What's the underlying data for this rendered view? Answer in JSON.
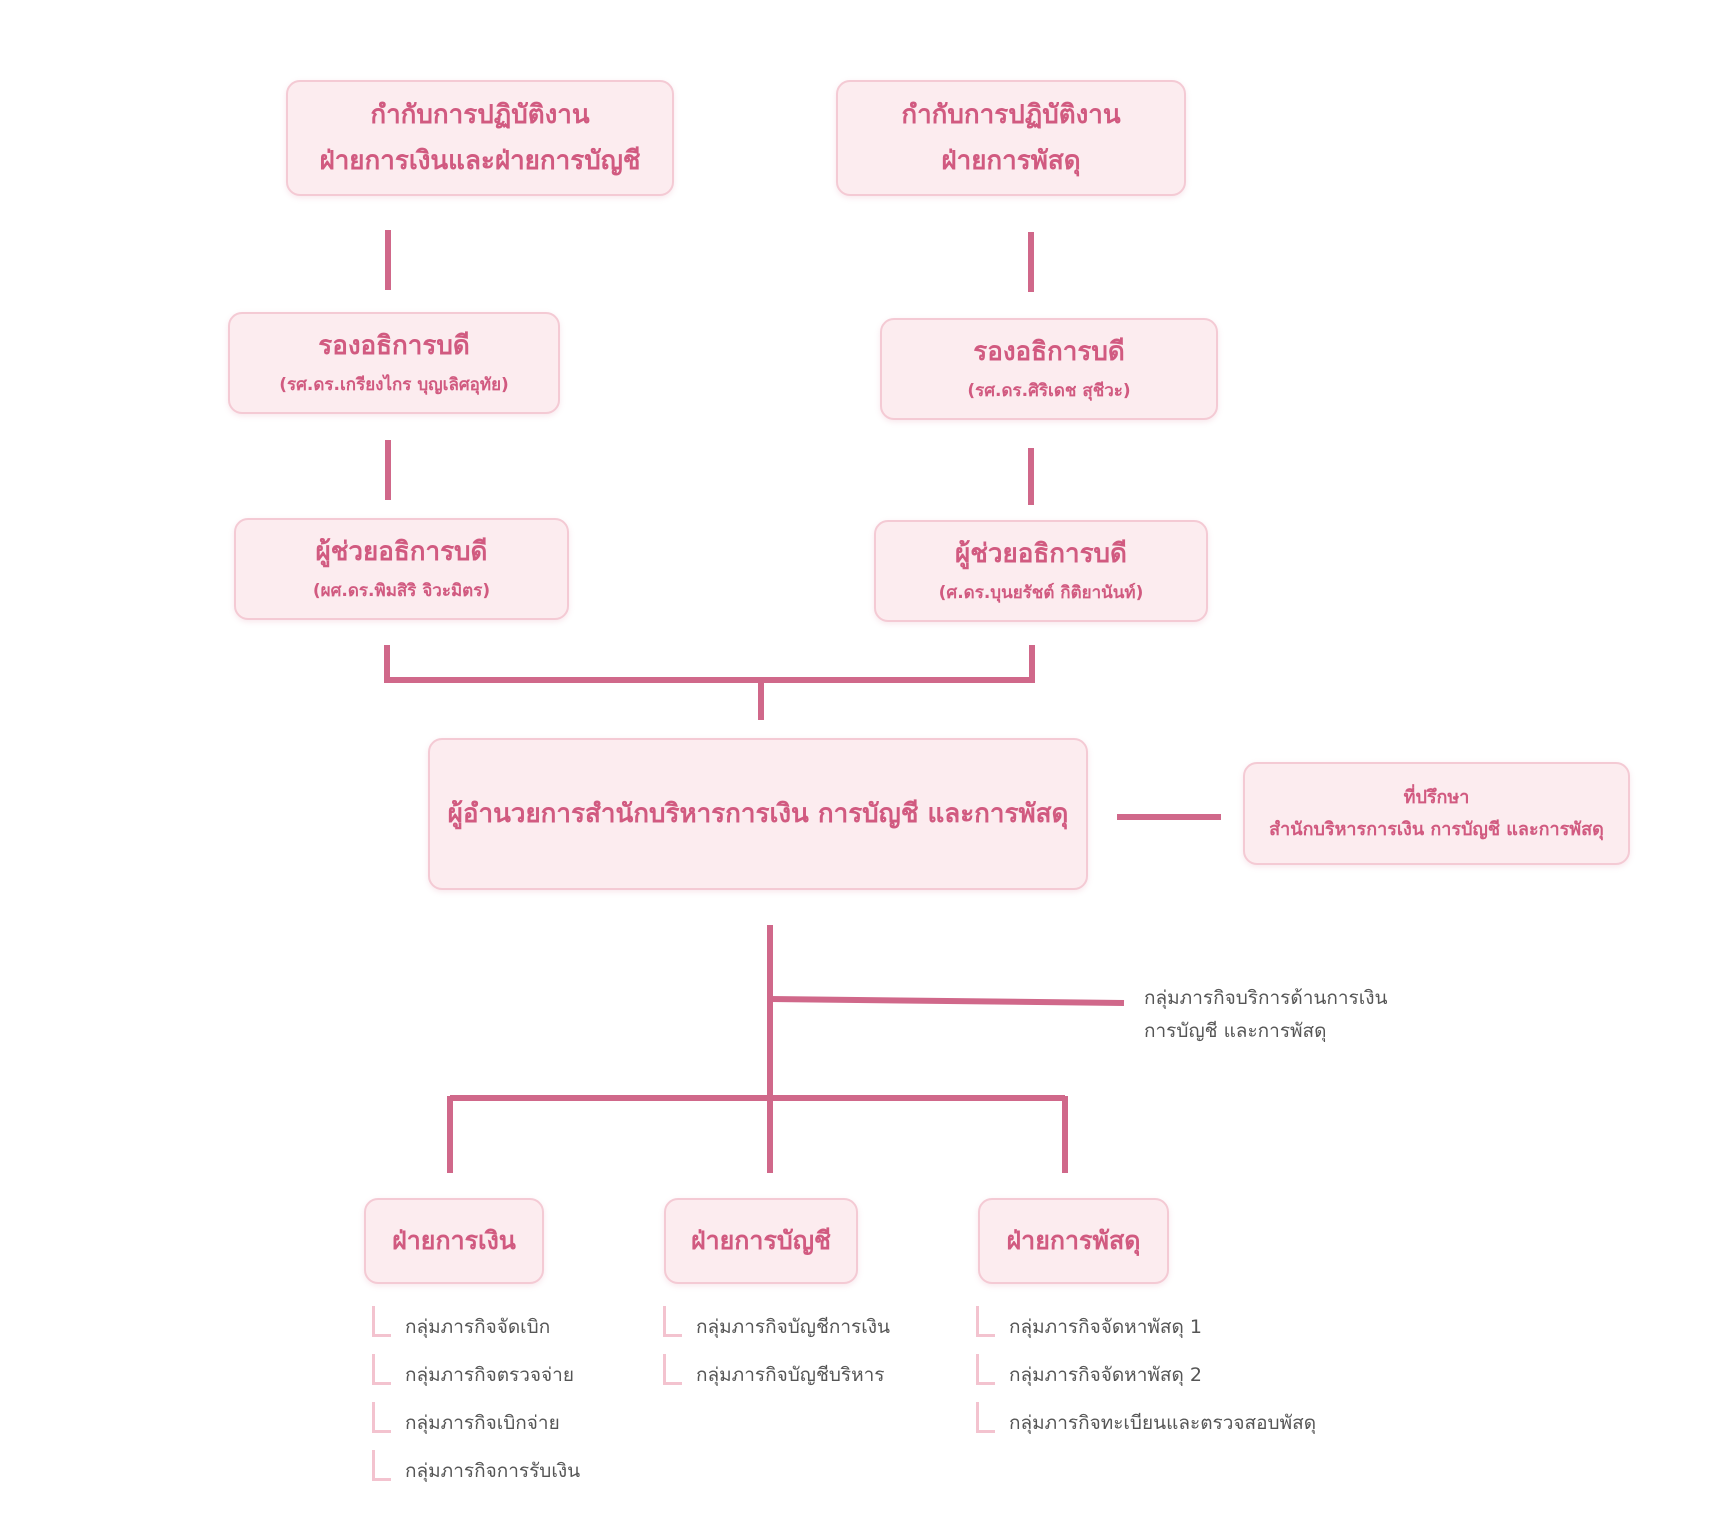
{
  "colors": {
    "line": "#d0688a",
    "box_fill": "#fcecef",
    "box_border": "#f4cad4",
    "box_text": "#d15a80",
    "list_text": "#555555",
    "list_marker": "#f3c3cf"
  },
  "supervisors": [
    {
      "line1": "กำกับการปฏิบัติงาน",
      "line2": "ฝ่ายการเงินและฝ่ายการบัญชี"
    },
    {
      "line1": "กำกับการปฏิบัติงาน",
      "line2": "ฝ่ายการพัสดุ"
    }
  ],
  "vice_presidents": [
    {
      "title": "รองอธิการบดี",
      "name": "(รศ.ดร.เกรียงไกร บุญเลิศอุทัย)"
    },
    {
      "title": "รองอธิการบดี",
      "name": "(รศ.ดร.ศิริเดช สุชีวะ)"
    }
  ],
  "assistants": [
    {
      "title": "ผู้ช่วยอธิการบดี",
      "name": "(ผศ.ดร.พิมสิริ จิวะมิตร)"
    },
    {
      "title": "ผู้ช่วยอธิการบดี",
      "name": "(ศ.ดร.บุนยรัชต์ กิติยานันท์)"
    }
  ],
  "director": {
    "title": "ผู้อำนวยการสำนักบริหารการเงิน การบัญชี และการพัสดุ"
  },
  "advisor": {
    "line1": "ที่ปรึกษา",
    "line2": "สำนักบริหารการเงิน การบัญชี และการพัสดุ"
  },
  "service_group": {
    "line1": "กลุ่มภารกิจบริการด้านการเงิน",
    "line2": "การบัญชี และการพัสดุ"
  },
  "departments": [
    {
      "name": "ฝ่ายการเงิน",
      "groups": [
        "กลุ่มภารกิจจัดเบิก",
        "กลุ่มภารกิจตรวจจ่าย",
        "กลุ่มภารกิจเบิกจ่าย",
        "กลุ่มภารกิจการรับเงิน"
      ]
    },
    {
      "name": "ฝ่ายการบัญชี",
      "groups": [
        "กลุ่มภารกิจบัญชีการเงิน",
        "กลุ่มภารกิจบัญชีบริหาร"
      ]
    },
    {
      "name": "ฝ่ายการพัสดุ",
      "groups": [
        "กลุ่มภารกิจจัดหาพัสดุ 1",
        "กลุ่มภารกิจจัดหาพัสดุ 2",
        "กลุ่มภารกิจทะเบียนและตรวจสอบพัสดุ"
      ]
    }
  ]
}
